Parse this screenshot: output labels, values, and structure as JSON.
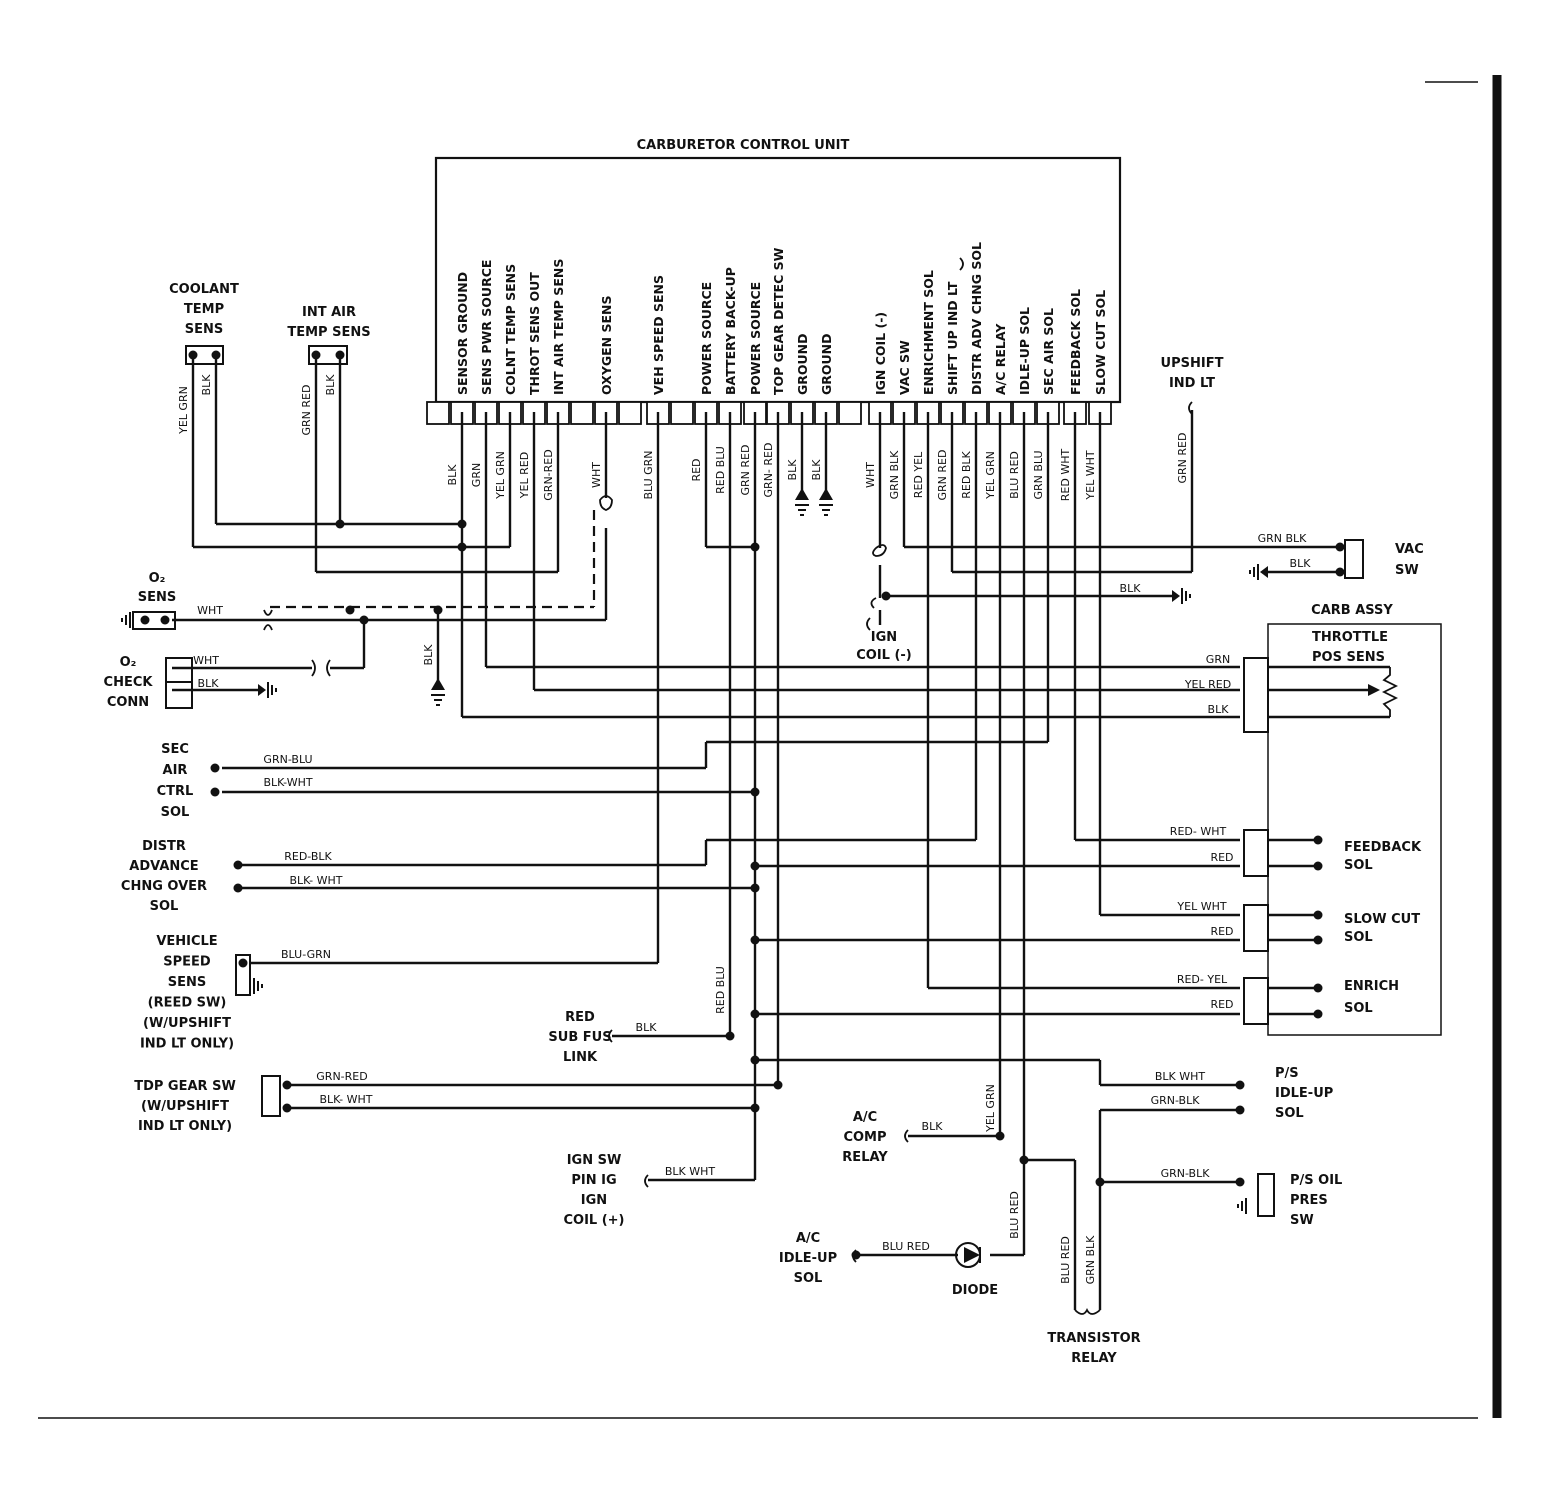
{
  "ecu": {
    "title": "CARBURETOR CONTROL UNIT",
    "pins": [
      "SENSOR GROUND",
      "SENS PWR SOURCE",
      "COLNT TEMP SENS",
      "THROT SENS OUT",
      "INT AIR TEMP SENS",
      "OXYGEN SENS",
      "VEH SPEED SENS",
      "POWER SOURCE",
      "BATTERY BACK-UP",
      "POWER SOURCE",
      "TOP GEAR DETEC SW",
      "GROUND",
      "GROUND",
      "IGN COIL (-)",
      "VAC SW",
      "ENRICHMENT SOL",
      "SHIFT UP IND LT",
      "DISTR ADV CHNG SOL",
      "A/C RELAY",
      "IDLE-UP SOL",
      "SEC AIR SOL",
      "FEEDBACK SOL",
      "SLOW CUT SOL"
    ]
  },
  "wire_colors": {
    "ecu_left": [
      "BLK",
      "GRN",
      "YEL GRN",
      "YEL RED",
      "GRN-RED",
      "WHT",
      "BLU GRN"
    ],
    "ecu_mid": [
      "RED",
      "RED BLU",
      "GRN RED",
      "GRN- RED",
      "BLK",
      "BLK"
    ],
    "ecu_right": [
      "WHT",
      "GRN BLK",
      "RED YEL",
      "GRN RED",
      "RED BLK",
      "YEL GRN",
      "BLU RED",
      "GRN BLU",
      "RED WHT",
      "YEL WHT"
    ]
  },
  "components": {
    "coolant_temp_sens": [
      "COOLANT",
      "TEMP",
      "SENS"
    ],
    "int_air_temp_sens": [
      "INT AIR",
      "TEMP SENS"
    ],
    "o2_sens": [
      "O₂",
      "SENS"
    ],
    "o2_check_conn": [
      "O₂",
      "CHECK",
      "CONN"
    ],
    "sec_air_ctrl_sol": [
      "SEC",
      "AIR",
      "CTRL",
      "SOL"
    ],
    "distr_advance_sol": [
      "DISTR",
      "ADVANCE",
      "CHNG OVER",
      "SOL"
    ],
    "vehicle_speed_sens": [
      "VEHICLE",
      "SPEED",
      "SENS",
      "(REED SW)",
      "(W/UPSHIFT",
      "IND LT ONLY)"
    ],
    "top_gear_sw": [
      "TDP GEAR SW",
      "(W/UPSHIFT",
      "IND LT ONLY)"
    ],
    "red_sub_fus_link": [
      "RED",
      "SUB FUS",
      "LINK"
    ],
    "ign_sw": [
      "IGN SW",
      "PIN IG",
      "IGN",
      "COIL (+)"
    ],
    "ign_coil_neg": [
      "IGN",
      "COIL (-)"
    ],
    "upshift_ind_lt": [
      "UPSHIFT",
      "IND LT"
    ],
    "vac_sw": [
      "VAC",
      "SW"
    ],
    "carb_assy": "CARB ASSY",
    "throttle_pos_sens": [
      "THROTTLE",
      "POS SENS"
    ],
    "feedback_sol": [
      "FEEDBACK",
      "SOL"
    ],
    "slow_cut_sol": [
      "SLOW CUT",
      "SOL"
    ],
    "enrich_sol": [
      "ENRICH",
      "SOL"
    ],
    "ps_idle_up_sol": [
      "P/S",
      "IDLE-UP",
      "SOL"
    ],
    "ps_oil_pres_sw": [
      "P/S OIL",
      "PRES",
      "SW"
    ],
    "ac_comp_relay": [
      "A/C",
      "COMP",
      "RELAY"
    ],
    "ac_idle_up_sol": [
      "A/C",
      "IDLE-UP",
      "SOL"
    ],
    "diode": "DIODE",
    "transistor_relay": [
      "TRANSISTOR",
      "RELAY"
    ]
  },
  "wire_labels": {
    "coolant_a": "YEL GRN",
    "coolant_b": "BLK",
    "intair_a": "GRN RED",
    "intair_b": "BLK",
    "o2_wht": "WHT",
    "check_wht": "WHT",
    "check_blk": "BLK",
    "gnd_blk": "BLK",
    "sec_grnblu": "GRN-BLU",
    "sec_blkwht": "BLK-WHT",
    "distr_redblk": "RED-BLK",
    "distr_blkwht": "BLK- WHT",
    "vss_blugrn": "BLU-GRN",
    "fus_blk": "BLK",
    "fus_redblu": "RED BLU",
    "tdp_grnred": "GRN-RED",
    "tdp_blkwht": "BLK- WHT",
    "ignsw_blkwht": "BLK WHT",
    "upshift_grnred": "GRN RED",
    "vac_grnblk": "GRN BLK",
    "vac_blk": "BLK",
    "ignc_blk": "BLK",
    "tps_grn": "GRN",
    "tps_yelred": "YEL RED",
    "tps_blk": "BLK",
    "fb_redwht": "RED- WHT",
    "fb_red": "RED",
    "sc_yelwht": "YEL WHT",
    "sc_red": "RED",
    "en_redyel": "RED- YEL",
    "en_red": "RED",
    "ps_blkwht": "BLK WHT",
    "ps_grnblk": "GRN-BLK",
    "pso_grnblk": "GRN-BLK",
    "ac_blk": "BLK",
    "ac_yelgrn": "YEL GRN",
    "acidle_blured": "BLU RED",
    "diode_blured": "BLU RED",
    "tr_blured": "BLU RED",
    "tr_grnblk": "GRN BLK"
  }
}
